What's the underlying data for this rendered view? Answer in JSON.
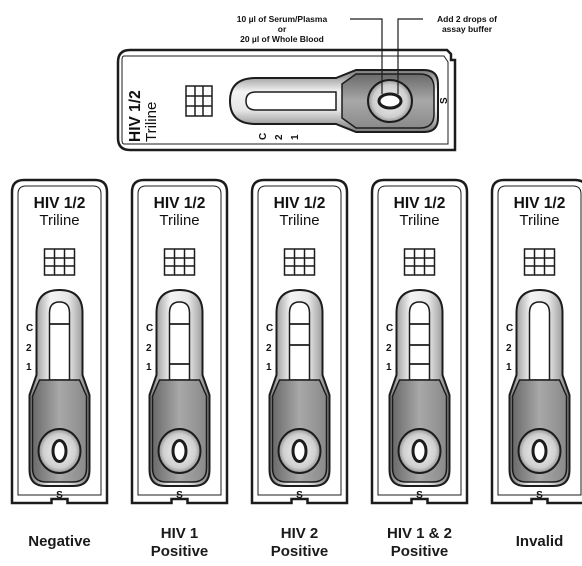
{
  "instructions": {
    "sample_line1": "10 µl of Serum/Plasma",
    "sample_line2": "or",
    "sample_line3": "20 µl of Whole Blood",
    "buffer_line1": "Add 2 drops of",
    "buffer_line2": "assay buffer"
  },
  "device": {
    "brand_line1": "HIV 1/2",
    "brand_line2": "Triline",
    "mark_c": "C",
    "mark_2": "2",
    "mark_1": "1",
    "mark_s": "S"
  },
  "results": [
    {
      "label_line1": "Negative",
      "label_line2": "",
      "lines": [
        "C"
      ]
    },
    {
      "label_line1": "HIV 1",
      "label_line2": "Positive",
      "lines": [
        "C",
        "1"
      ]
    },
    {
      "label_line1": "HIV 2",
      "label_line2": "Positive",
      "lines": [
        "C",
        "2"
      ]
    },
    {
      "label_line1": "HIV 1 & 2",
      "label_line2": "Positive",
      "lines": [
        "C",
        "2",
        "1"
      ]
    },
    {
      "label_line1": "Invalid",
      "label_line2": "",
      "lines": []
    }
  ],
  "colors": {
    "outline": "#1c1c1c",
    "metal_light": "#f2f2f2",
    "metal_mid": "#a9a9a9",
    "metal_dark": "#6e6e6e"
  }
}
